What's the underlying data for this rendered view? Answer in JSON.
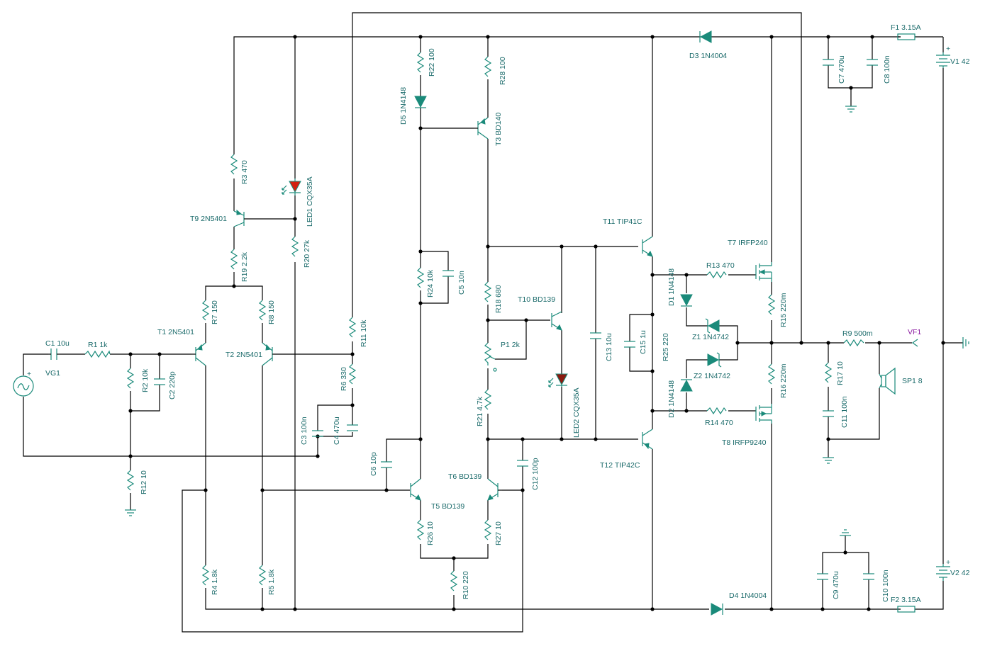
{
  "colors": {
    "wire": "#000000",
    "component": "#1a8a7a",
    "label": "#1a6a6a",
    "led_red": "#d42010",
    "led_dark": "#8a1a10",
    "probe": "#8a1aa0"
  },
  "source": {
    "name": "VG1",
    "sign": "+"
  },
  "probe": {
    "name": "VF1"
  },
  "labels": {
    "C1": "C1 10u",
    "R1": "R1 1k",
    "R2": "R2 10k",
    "C2": "C2 220p",
    "R12": "R12 10",
    "R3": "R3 470",
    "T9": "T9 2N5401",
    "R19": "R19 2.2k",
    "LED1": "LED1 CQX35A",
    "R20": "R20 27k",
    "R7": "R7 150",
    "R8": "R8 150",
    "T1": "T1 2N5401",
    "T2": "T2 2N5401",
    "R4": "R4 1.8k",
    "R5": "R5 1.8k",
    "R11": "R11 10k",
    "R6": "R6 330",
    "C3": "C3 100n",
    "C4": "C4 470u",
    "R22": "R22 100",
    "D5": "D5 1N4148",
    "R28": "R28 100",
    "T3": "T3 BD140",
    "R24": "R24 10k",
    "C5": "C5 10n",
    "R18": "R18 680",
    "T10": "T10 BD139",
    "P1": "P1 2k",
    "R21": "R21 4.7k",
    "LED2": "LED2 CQX35A",
    "C13": "C13 10u",
    "C6": "C6 10p",
    "C12": "C12 100p",
    "T5": "T5 BD139",
    "T6": "T6 BD139",
    "R26": "R26 10",
    "R27": "R27 10",
    "R10": "R10 220",
    "T11": "T11 TIP41C",
    "T12": "T12 TIP42C",
    "C15": "C15 1u",
    "R25": "R25 220",
    "D1": "D1 1N4148",
    "D2": "D2 1N4148",
    "R13": "R13 470",
    "R14": "R14 470",
    "Z1": "Z1 1N4742",
    "Z2": "Z2 1N4742",
    "T7": "T7 IRFP240",
    "T8": "T8 IRFP9240",
    "R15": "R15 220m",
    "R16": "R16 220m",
    "D3": "D3 1N4004",
    "D4": "D4 1N4004",
    "R9": "R9 500m",
    "R17": "R17 10",
    "C11": "C11 100n",
    "SP1": "SP1 8",
    "C7": "C7 470u",
    "C8": "C8 100n",
    "C9": "C9 470u",
    "C10": "C10 100n",
    "F1": "F1 3.15A",
    "F2": "F2 3.15A",
    "V1": "V1 42",
    "V2": "V2 42"
  }
}
